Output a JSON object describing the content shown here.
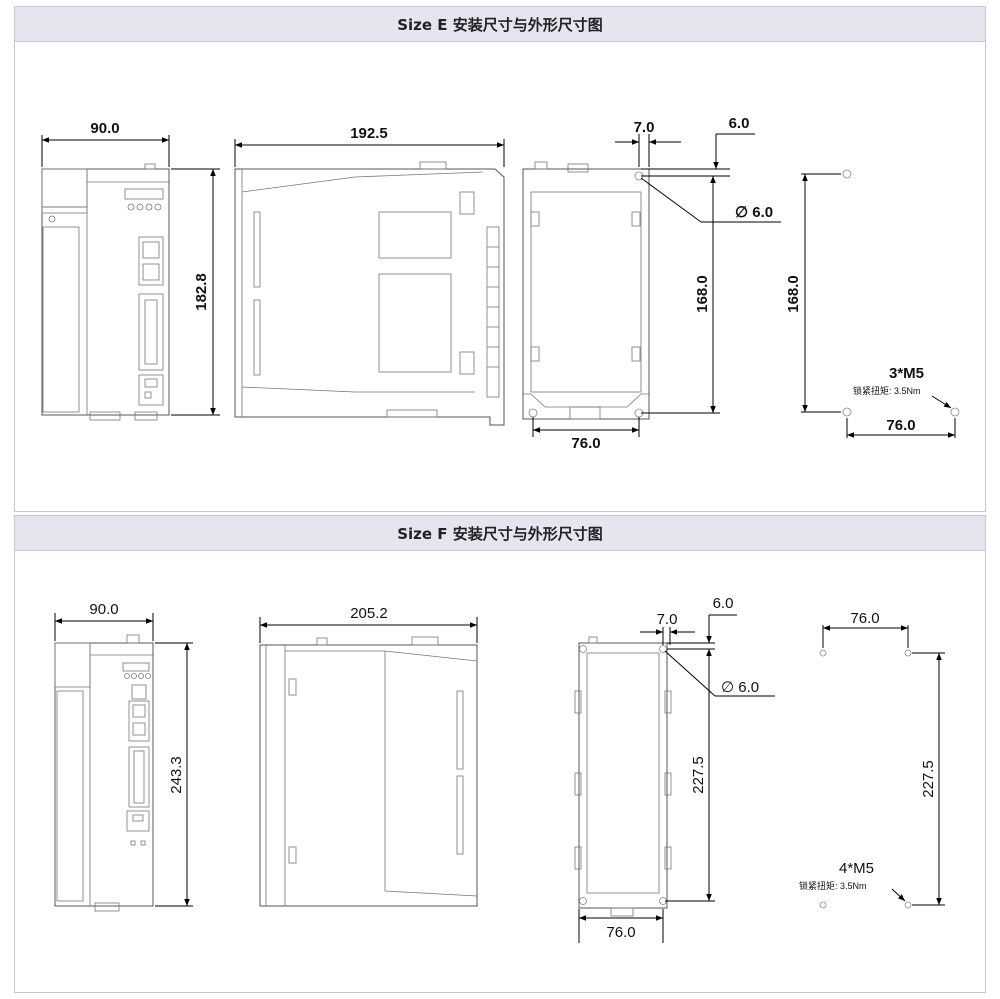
{
  "panels": [
    {
      "title": "Size E 安装尺寸与外形尺寸图",
      "front_width": "90.0",
      "front_height": "182.8",
      "side_depth": "192.5",
      "rear_edge_offset": "7.0",
      "rear_top_offset": "6.0",
      "hole_diameter": "∅ 6.0",
      "rear_mount_height": "168.0",
      "rear_mount_width": "76.0",
      "pattern_height": "168.0",
      "pattern_width": "76.0",
      "screw_spec": "3*M5",
      "torque_label": "锁紧扭矩: 3.5Nm"
    },
    {
      "title": "Size F 安装尺寸与外形尺寸图",
      "front_width": "90.0",
      "front_height": "243.3",
      "side_depth": "205.2",
      "rear_edge_offset": "7.0",
      "rear_top_offset": "6.0",
      "hole_diameter": "∅ 6.0",
      "rear_mount_height": "227.5",
      "rear_mount_width": "76.0",
      "pattern_height": "227.5",
      "pattern_width": "76.0",
      "screw_spec": "4*M5",
      "torque_label": "锁紧扭矩: 3.5Nm"
    }
  ]
}
